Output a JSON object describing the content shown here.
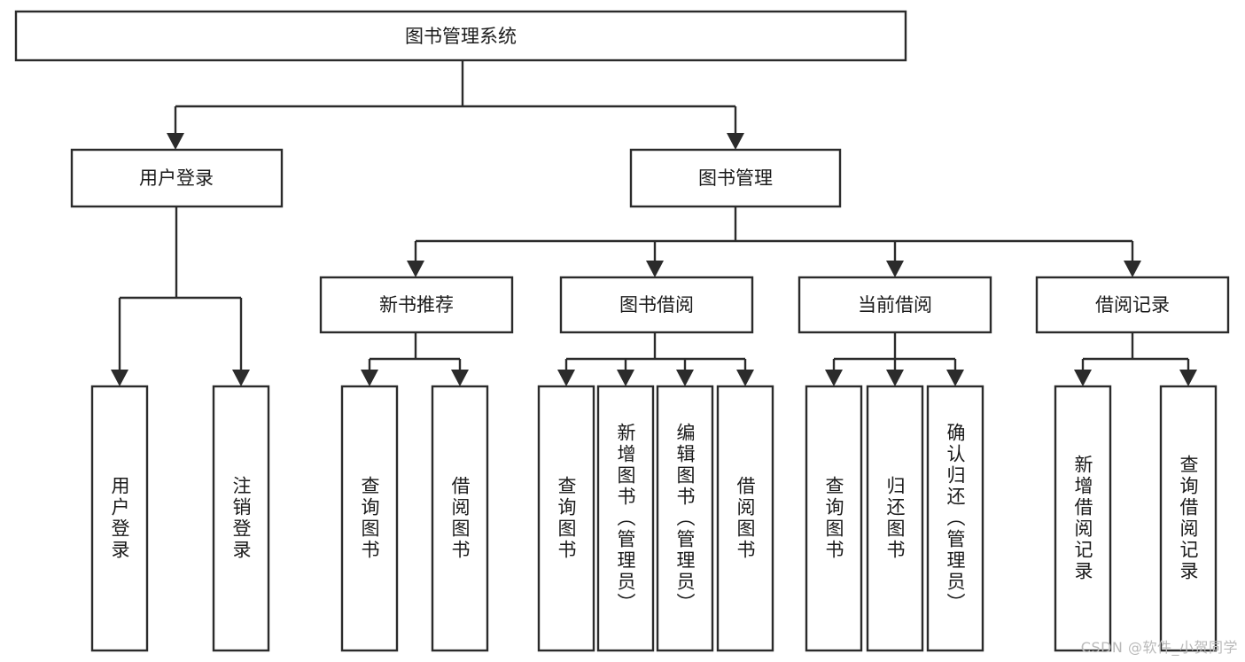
{
  "diagram": {
    "title": "图书管理系统",
    "type": "tree-hierarchy-diagram",
    "colors": {
      "stroke": "#2b2b2b",
      "box_fill": "#ffffff",
      "text": "#1a1a1a",
      "background": "#ffffff",
      "watermark": "#b9b9b9"
    },
    "root": {
      "label": "图书管理系统"
    },
    "level2": [
      {
        "label": "用户登录"
      },
      {
        "label": "图书管理"
      }
    ],
    "level3": [
      {
        "label": "新书推荐"
      },
      {
        "label": "图书借阅"
      },
      {
        "label": "当前借阅"
      },
      {
        "label": "借阅记录"
      }
    ],
    "leaves": {
      "user_login": [
        {
          "label": "用户登录"
        },
        {
          "label": "注销登录"
        }
      ],
      "new_book_recommend": [
        {
          "label": "查询图书"
        },
        {
          "label": "借阅图书"
        }
      ],
      "book_borrow": [
        {
          "label": "查询图书"
        },
        {
          "label": "新增图书（管理员）"
        },
        {
          "label": "编辑图书（管理员）"
        },
        {
          "label": "借阅图书"
        }
      ],
      "current_borrow": [
        {
          "label": "查询图书"
        },
        {
          "label": "归还图书"
        },
        {
          "label": "确认归还（管理员）"
        }
      ],
      "borrow_record": [
        {
          "label": "新增借阅记录"
        },
        {
          "label": "查询借阅记录"
        }
      ]
    }
  },
  "watermark": {
    "text": "CSDN @软件_小贺同学"
  }
}
